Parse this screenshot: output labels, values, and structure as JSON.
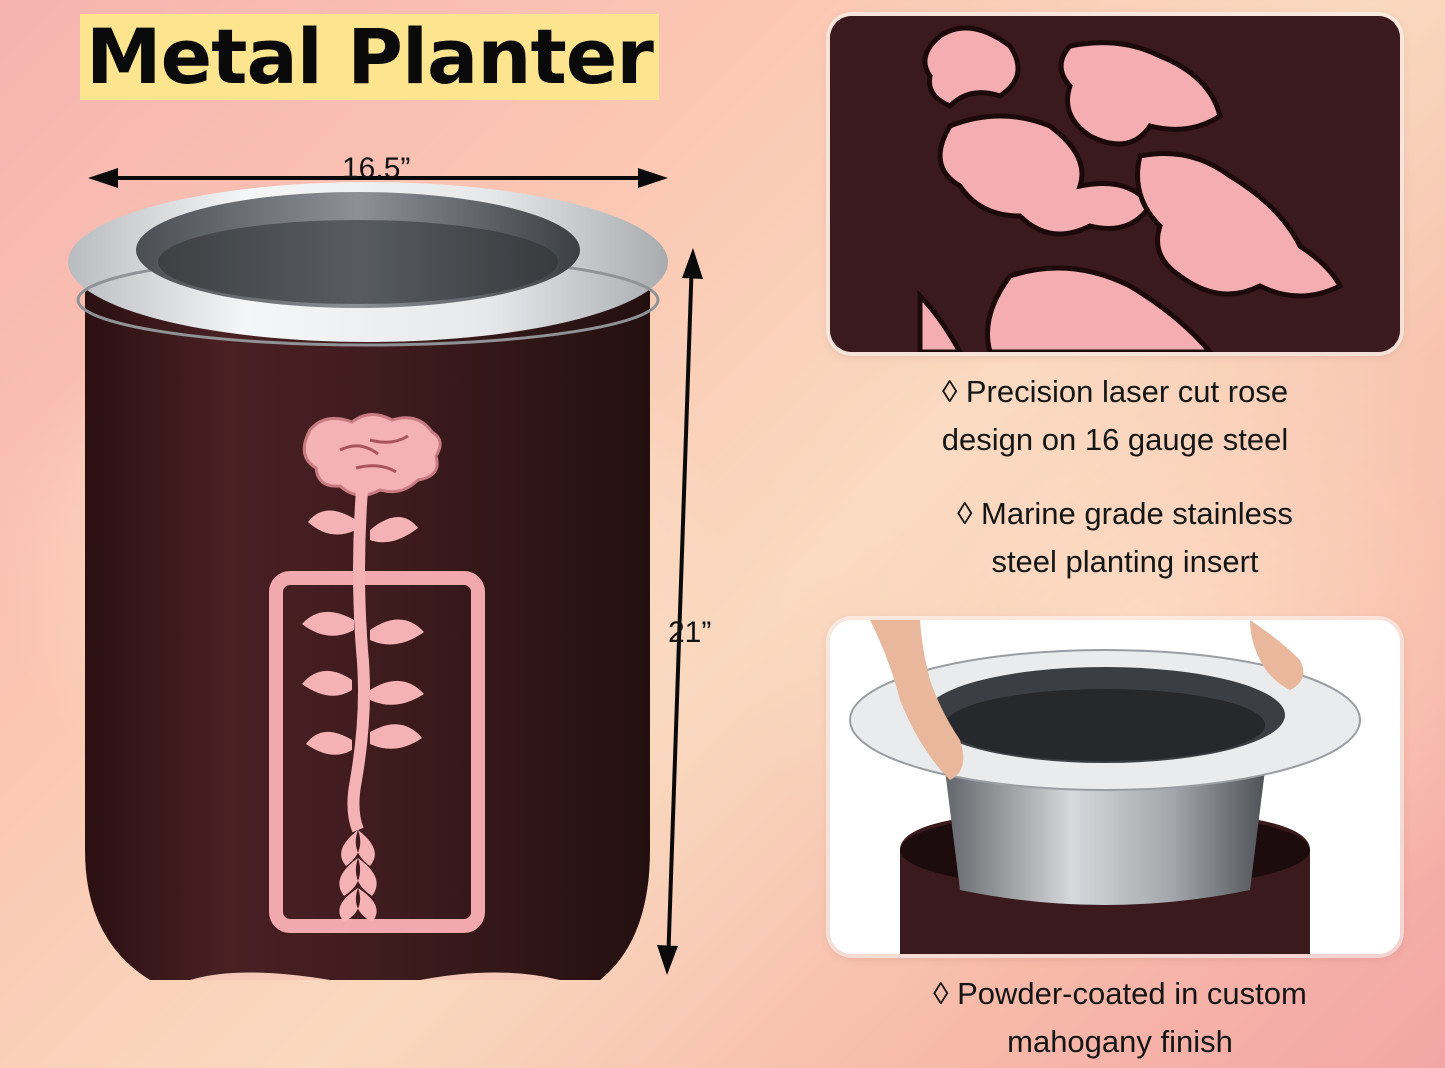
{
  "title": "Metal Planter",
  "dimensions": {
    "width": "16.5”",
    "height": "21”"
  },
  "features": [
    {
      "line1": "◊ Precision laser cut rose",
      "line2": "design on 16 gauge steel"
    },
    {
      "line1": "◊ Marine grade stainless",
      "line2": "steel planting insert"
    },
    {
      "line1": "◊ Powder-coated in custom",
      "line2": "mahogany finish"
    }
  ],
  "colors": {
    "mahogany": "#3f1a1c",
    "rose_cutout": "#f4b2b4",
    "title_highlight": "#fde58f",
    "stainless": "#d9dbdd"
  }
}
